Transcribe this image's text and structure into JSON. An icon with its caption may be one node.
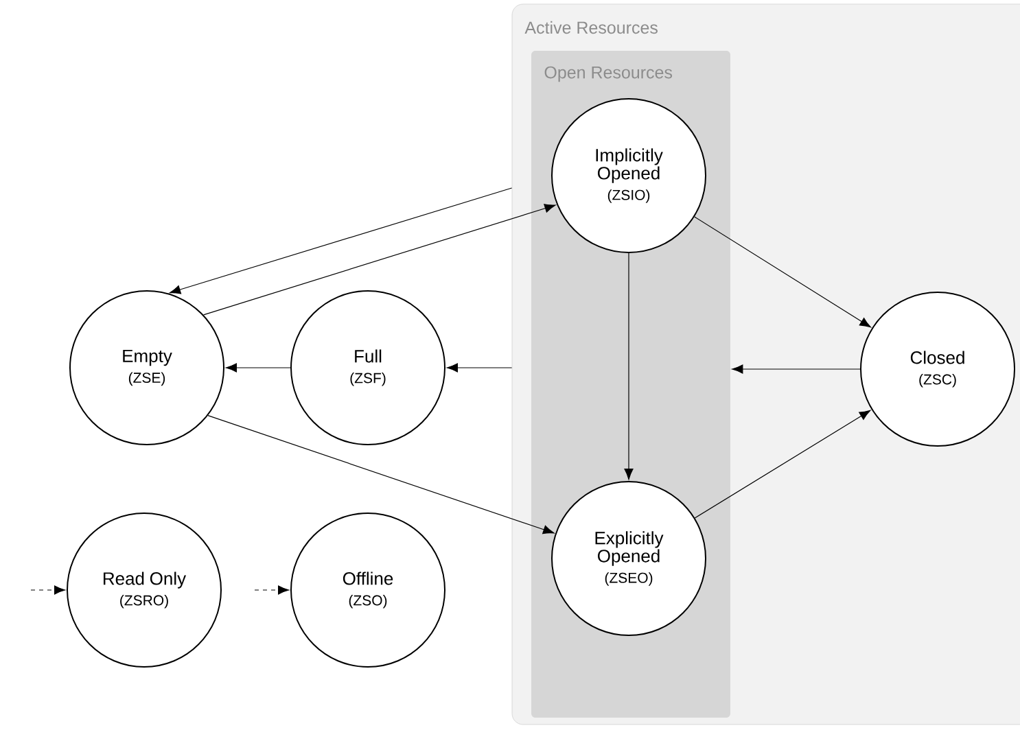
{
  "diagram": {
    "nodes": [
      {
        "text": [
          "Active Resources"
        ]
      },
      {
        "text": [
          "Open Resources"
        ],
        "in": 0
      },
      {
        "text": [
          "Implicitly Opened",
          "(ZSIO)"
        ],
        "in": 1
      },
      {
        "text": [
          "Explicitly Opened",
          "(ZSEO)"
        ],
        "in": 1
      },
      {
        "text": [
          "Closed",
          "(ZSC)"
        ],
        "in": 0
      },
      {
        "text": [
          "Empty",
          "(ZSE)"
        ]
      },
      {
        "text": [
          "Full",
          "(ZSF)"
        ]
      },
      {
        "text": [
          "Read Only",
          "(ZSRO)"
        ]
      },
      {
        "text": [
          "Offline",
          "(ZSO)"
        ]
      }
    ],
    "edges": [
      {
        "from": 0,
        "to": 5,
        "arrow": "to"
      },
      {
        "from": 5,
        "to": 2,
        "arrow": "to"
      },
      {
        "from": 2,
        "to": 4,
        "arrow": "to"
      },
      {
        "from": 2,
        "to": 3,
        "arrow": "to"
      },
      {
        "from": 0,
        "to": 6,
        "arrow": "to"
      },
      {
        "from": 6,
        "to": 5,
        "arrow": "to"
      },
      {
        "from": 4,
        "to": 1,
        "arrow": "to"
      },
      {
        "from": 5,
        "to": 3,
        "arrow": "to"
      },
      {
        "from": 3,
        "to": 4,
        "arrow": "to"
      },
      {
        "from": null,
        "to": 7,
        "arrow": "to",
        "style": "dashed"
      },
      {
        "from": null,
        "to": 8,
        "arrow": "to",
        "style": "dashed"
      }
    ]
  }
}
